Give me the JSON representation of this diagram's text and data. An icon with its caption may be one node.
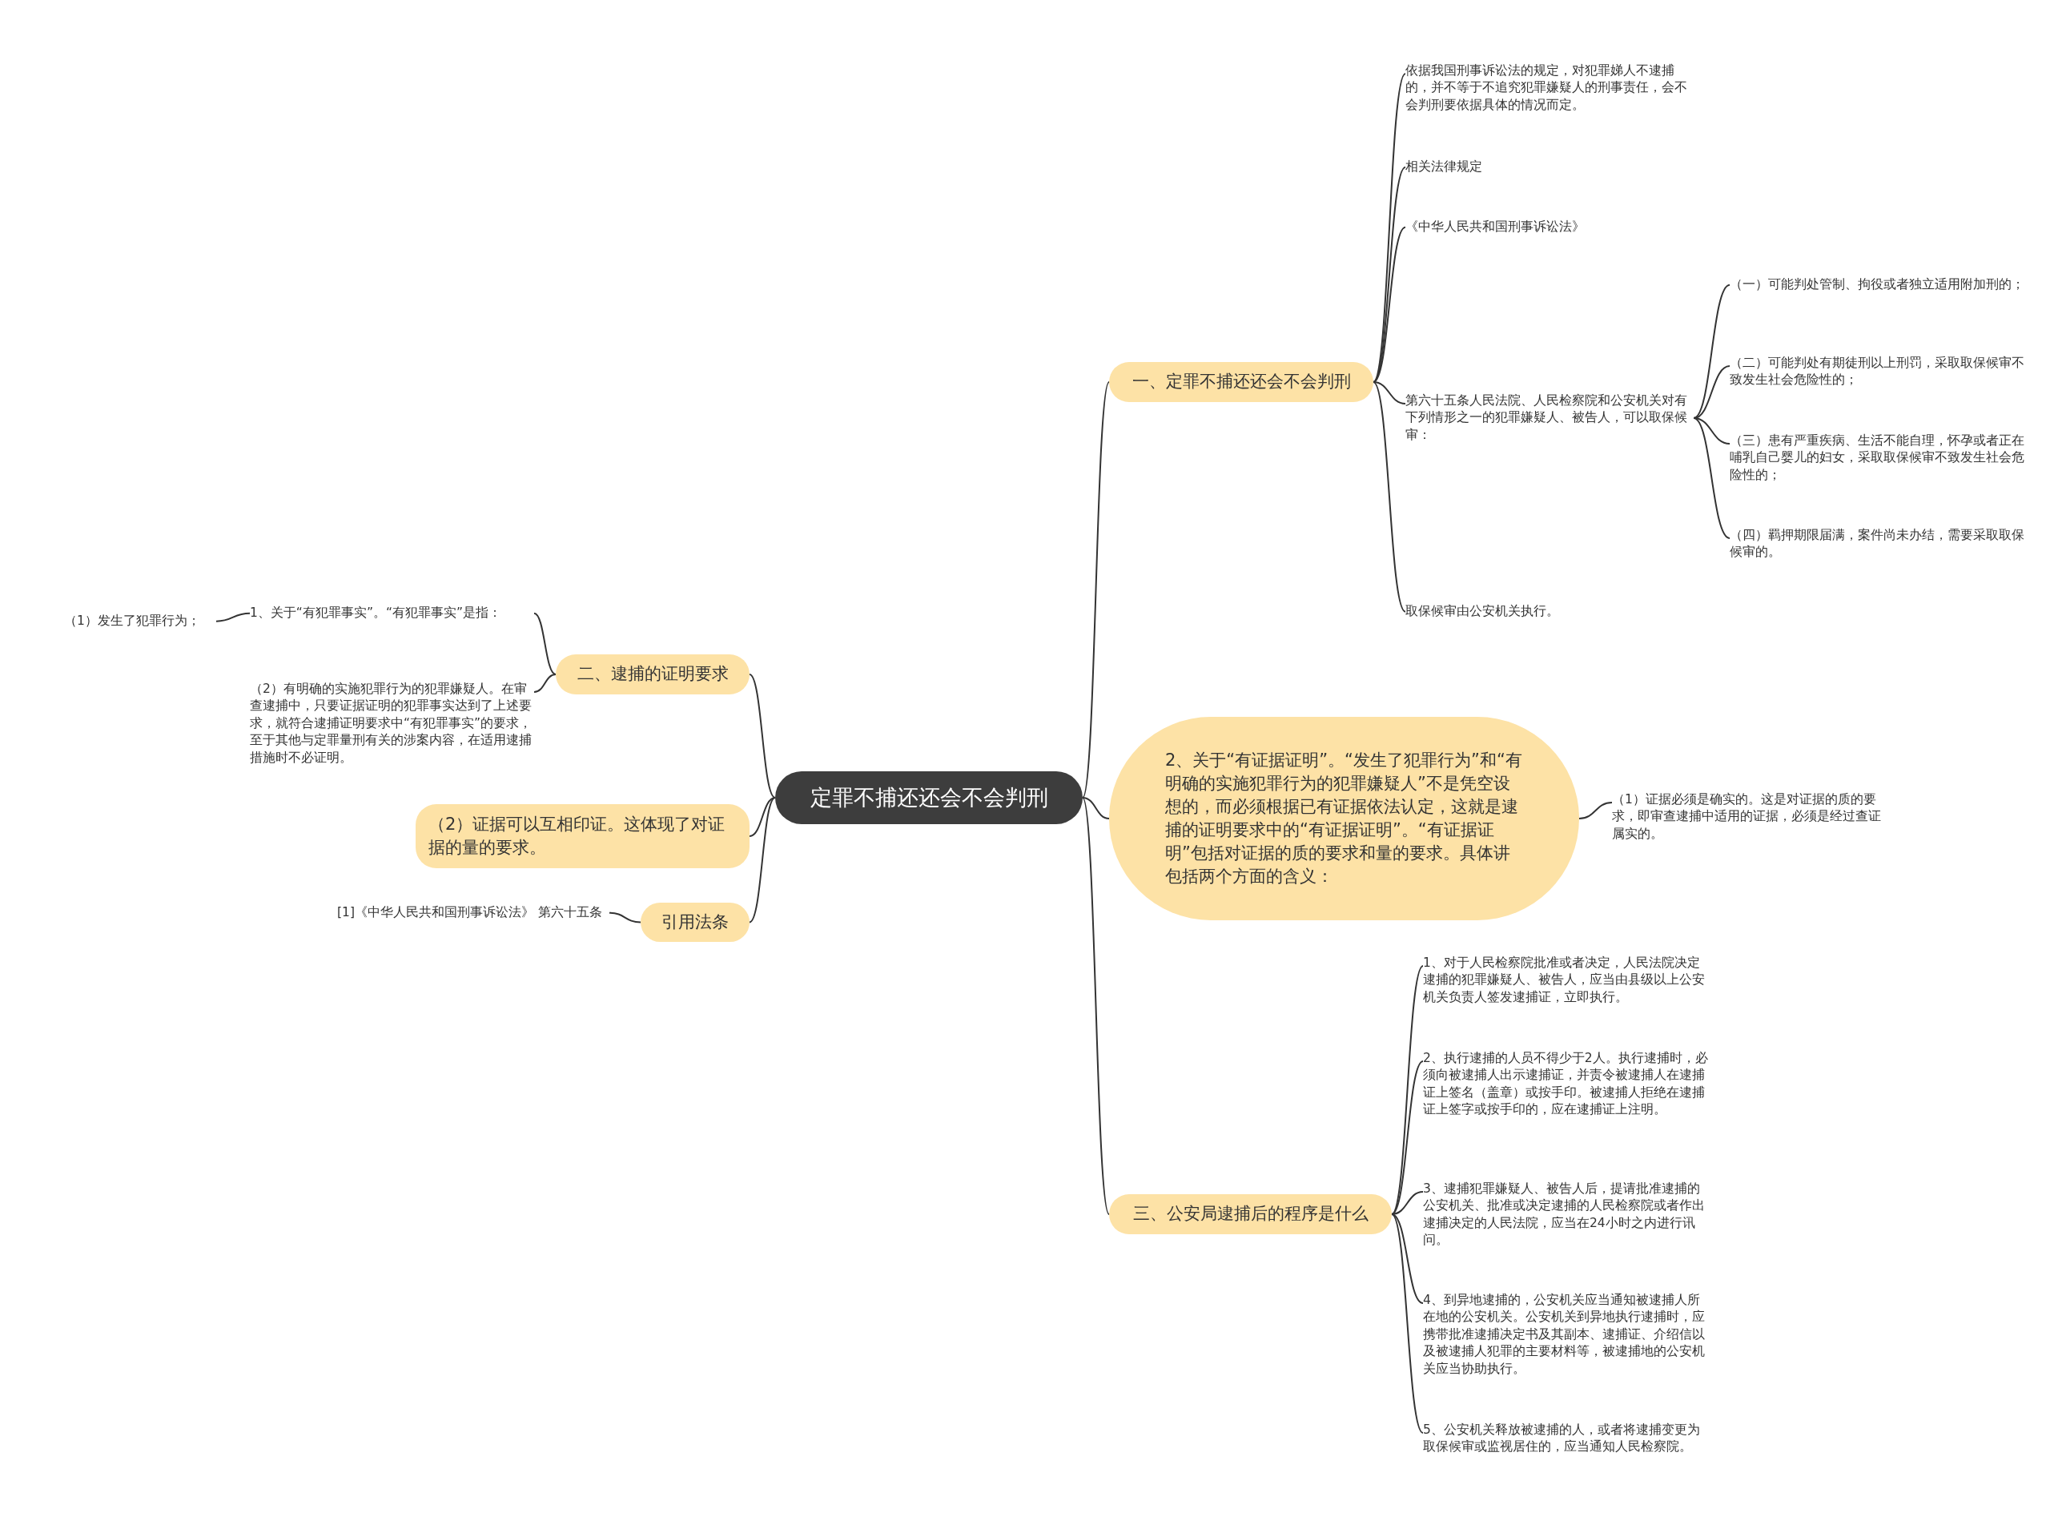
{
  "diagram": {
    "nodes": [
      {
        "text": [
          "定罪不捕还还会不会判刑"
        ]
      },
      {
        "text": [
          "一、定罪不捕还还会不会判刑"
        ]
      },
      {
        "text": [
          "依据我国刑事诉讼法的规定，对犯罪娣人不逮捕的，并不等于不追究犯罪嫌疑人的刑事责任，会不会判刑要依据具体的情况而定。"
        ]
      },
      {
        "text": [
          "相关法律规定"
        ]
      },
      {
        "text": [
          "《中华人民共和国刑事诉讼法》"
        ]
      },
      {
        "text": [
          "第六十五条人民法院、人民检察院和公安机关对有下列情形之一的犯罪嫌疑人、被告人，可以取保候审："
        ]
      },
      {
        "text": [
          "（一）可能判处管制、拘役或者独立适用附加刑的；"
        ]
      },
      {
        "text": [
          "（二）可能判处有期徒刑以上刑罚，采取取保候审不致发生社会危险性的；"
        ]
      },
      {
        "text": [
          "（三）患有严重疾病、生活不能自理，怀孕或者正在哺乳自己婴儿的妇女，采取取保候审不致发生社会危险性的；"
        ]
      },
      {
        "text": [
          "（四）羁押期限届满，案件尚未办结，需要采取取保候审的。"
        ]
      },
      {
        "text": [
          "取保候审由公安机关执行。"
        ]
      },
      {
        "text": [
          "二、逮捕的证明要求"
        ]
      },
      {
        "text": [
          "1、关于“有犯罪事实”。“有犯罪事实”是指："
        ]
      },
      {
        "text": [
          "（1）发生了犯罪行为；"
        ]
      },
      {
        "text": [
          "（2）有明确的实施犯罪行为的犯罪嫌疑人。在审查逮捕中，只要证据证明的犯罪事实达到了上述要求，就符合逮捕证明要求中“有犯罪事实”的要求，至于其他与定罪量刑有关的涉案内容，在适用逮捕措施时不必证明。"
        ]
      },
      {
        "text": [
          "（2）证据可以互相印证。这体现了对证据的量的要求。"
        ]
      },
      {
        "text": [
          "引用法条"
        ]
      },
      {
        "text": [
          "[1]《中华人民共和国刑事诉讼法》 第六十五条"
        ]
      },
      {
        "text": [
          "2、关于“有证据证明”。“发生了犯罪行为”和“有明确的实施犯罪行为的犯罪嫌疑人”不是凭空设想的，而必须根据已有证据依法认定，这就是逮捕的证明要求中的“有证据证明”。“有证据证明”包括对证据的质的要求和量的要求。具体讲包括两个方面的含义："
        ]
      },
      {
        "text": [
          "（1）证据必须是确实的。这是对证据的质的要求，即审查逮捕中适用的证据，必须是经过查证属实的。"
        ]
      },
      {
        "text": [
          "三、公安局逮捕后的程序是什么"
        ]
      },
      {
        "text": [
          "1、对于人民检察院批准或者决定，人民法院决定逮捕的犯罪嫌疑人、被告人，应当由县级以上公安机关负责人签发逮捕证，立即执行。"
        ]
      },
      {
        "text": [
          "2、执行逮捕的人员不得少于2人。执行逮捕时，必须向被逮捕人出示逮捕证，并责令被逮捕人在逮捕证上签名（盖章）或按手印。被逮捕人拒绝在逮捕证上签字或按手印的，应在逮捕证上注明。"
        ]
      },
      {
        "text": [
          "3、逮捕犯罪嫌疑人、被告人后，提请批准逮捕的公安机关、批准或决定逮捕的人民检察院或者作出逮捕决定的人民法院，应当在24小时之内进行讯问。"
        ]
      },
      {
        "text": [
          "4、到异地逮捕的，公安机关应当通知被逮捕人所在地的公安机关。公安机关到异地执行逮捕时，应携带批准逮捕决定书及其副本、逮捕证、介绍信以及被逮捕人犯罪的主要材料等，被逮捕地的公安机关应当协助执行。"
        ]
      },
      {
        "text": [
          "5、公安机关释放被逮捕的人，或者将逮捕变更为取保候审或监视居住的，应当通知人民检察院。"
        ]
      }
    ],
    "edges": [
      {
        "from": 0,
        "to": 1,
        "arrow": "none"
      },
      {
        "from": 1,
        "to": 2,
        "arrow": "none"
      },
      {
        "from": 1,
        "to": 3,
        "arrow": "none"
      },
      {
        "from": 1,
        "to": 4,
        "arrow": "none"
      },
      {
        "from": 1,
        "to": 5,
        "arrow": "none"
      },
      {
        "from": 5,
        "to": 6,
        "arrow": "none"
      },
      {
        "from": 5,
        "to": 7,
        "arrow": "none"
      },
      {
        "from": 5,
        "to": 8,
        "arrow": "none"
      },
      {
        "from": 5,
        "to": 9,
        "arrow": "none"
      },
      {
        "from": 1,
        "to": 10,
        "arrow": "none"
      },
      {
        "from": 0,
        "to": 11,
        "arrow": "none"
      },
      {
        "from": 11,
        "to": 12,
        "arrow": "none"
      },
      {
        "from": 12,
        "to": 13,
        "arrow": "none"
      },
      {
        "from": 11,
        "to": 14,
        "arrow": "none"
      },
      {
        "from": 0,
        "to": 15,
        "arrow": "none"
      },
      {
        "from": 0,
        "to": 16,
        "arrow": "none"
      },
      {
        "from": 16,
        "to": 17,
        "arrow": "none"
      },
      {
        "from": 0,
        "to": 18,
        "arrow": "none"
      },
      {
        "from": 18,
        "to": 19,
        "arrow": "none"
      },
      {
        "from": 0,
        "to": 20,
        "arrow": "none"
      },
      {
        "from": 20,
        "to": 21,
        "arrow": "none"
      },
      {
        "from": 20,
        "to": 22,
        "arrow": "none"
      },
      {
        "from": 20,
        "to": 23,
        "arrow": "none"
      },
      {
        "from": 20,
        "to": 24,
        "arrow": "none"
      },
      {
        "from": 20,
        "to": 25,
        "arrow": "none"
      }
    ]
  }
}
